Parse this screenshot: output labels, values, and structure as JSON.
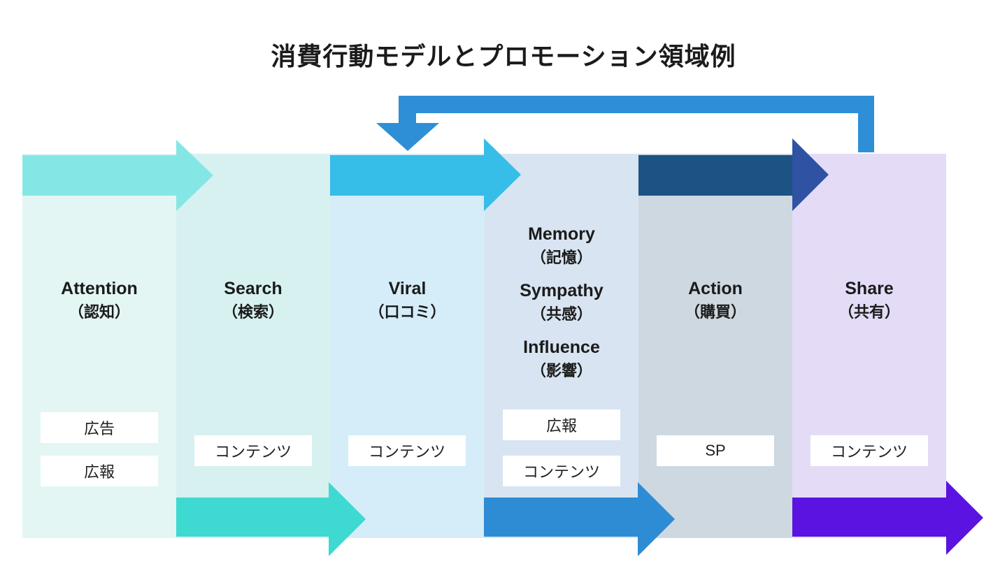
{
  "title": "消費行動モデルとプロモーション領域例",
  "columns": [
    {
      "en": "Attention",
      "jp": "（認知）",
      "bg": "#E3F6F3",
      "tags": [
        "広告",
        "広報"
      ]
    },
    {
      "en": "Search",
      "jp": "（検索）",
      "bg": "#D7F1F1",
      "tags": [
        "コンテンツ"
      ]
    },
    {
      "en": "Viral",
      "jp": "（口コミ）",
      "bg": "#D5EDF8",
      "tags": [
        "コンテンツ"
      ]
    },
    {
      "labels": [
        {
          "en": "Memory",
          "jp": "（記憶）"
        },
        {
          "en": "Sympathy",
          "jp": "（共感）"
        },
        {
          "en": "Influence",
          "jp": "（影響）"
        }
      ],
      "bg": "#D8E4F1",
      "tags": [
        "広報",
        "コンテンツ"
      ]
    },
    {
      "en": "Action",
      "jp": "（購買）",
      "bg": "#CED8E0",
      "tags": [
        "SP"
      ]
    },
    {
      "en": "Share",
      "jp": "（共有）",
      "bg": "#E4DCF6",
      "tags": [
        "コンテンツ"
      ]
    }
  ],
  "arrow_colors": {
    "attention_top": "#85E7E5",
    "viral_top": "#36BDE8",
    "action_top_body": "#1B5385",
    "action_top_head": "#2F52A3",
    "search_to_viral_bottom": "#3ED9D1",
    "memory_to_action_bottom": "#2E8CD5",
    "share_feedback_loop": "#2E8FD7",
    "share_exit": "#5A13E0"
  }
}
